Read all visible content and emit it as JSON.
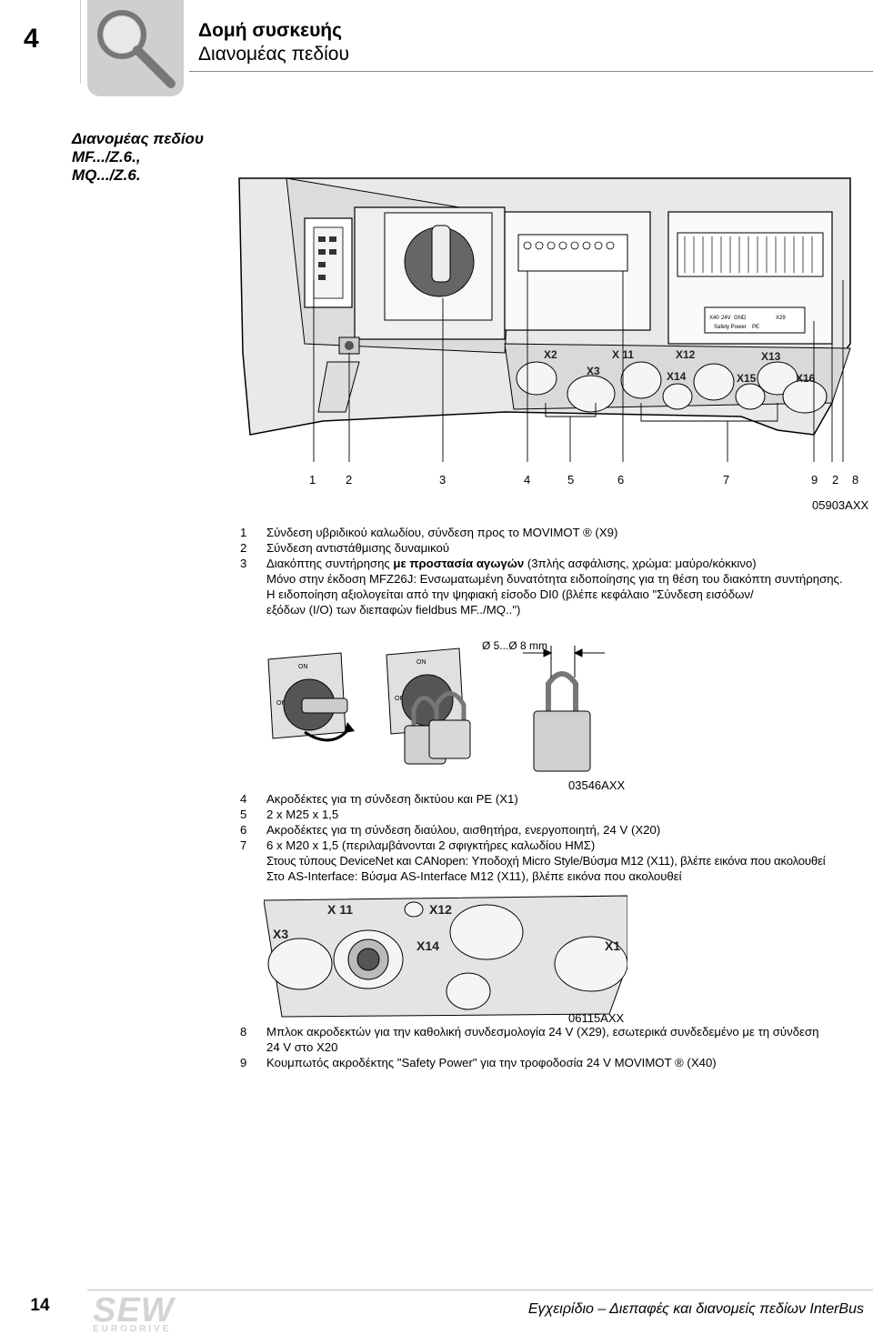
{
  "header": {
    "chapter": "4",
    "title": "Δομή συσκευής",
    "subtitle": "Διανομέας πεδίου",
    "icon": "magnifier-icon"
  },
  "side_heading": {
    "line1": "Διανομέας πεδίου",
    "line2": "MF.../Z.6.,",
    "line3": "MQ.../Z.6."
  },
  "figure1": {
    "code": "05903AXX",
    "callouts": [
      "1",
      "2",
      "3",
      "4",
      "5",
      "6",
      "7",
      "9",
      "2",
      "8"
    ],
    "connector_labels": [
      "X2",
      "X3",
      "X 11",
      "X12",
      "X13",
      "X14",
      "X15",
      "X16"
    ],
    "terminal_labels": [
      "X40",
      "24V",
      "GND",
      "Safety Power",
      "PE",
      "X29"
    ]
  },
  "list1": [
    {
      "num": "1",
      "text": "Σύνδεση υβριδικού καλωδίου, σύνδεση προς το MOVIMOT ® (X9)"
    },
    {
      "num": "2",
      "text": "Σύνδεση αντιστάθμισης δυναμικού"
    },
    {
      "num": "3",
      "text_a": "Διακόπτης συντήρησης ",
      "text_b": "με προστασία αγωγών",
      "text_c": " (3πλής ασφάλισης, χρώμα: μαύρο/κόκκινο)"
    },
    {
      "num": "",
      "text": "Μόνο στην έκδοση MFZ26J: Ενσωματωμένη δυνατότητα ειδοποίησης για τη θέση του διακόπτη συντήρησης."
    },
    {
      "num": "",
      "text": "Η ειδοποίηση αξιολογείται από την ψηφιακή είσοδο DI0 (βλέπε κεφάλαιο \"Σύνδεση εισόδων/"
    },
    {
      "num": "",
      "text": "εξόδων (I/O) των διεπαφών fieldbus MF../MQ..\")"
    }
  ],
  "figure2": {
    "code": "03546AXX",
    "dimension": "Ø 5...Ø 8 mm",
    "switch_on": "ON",
    "switch_off": "OFF"
  },
  "list2": [
    {
      "num": "4",
      "text": "Ακροδέκτες για τη σύνδεση δικτύου και PE (X1)"
    },
    {
      "num": "5",
      "text": "2 x M25 x 1,5"
    },
    {
      "num": "6",
      "text": "Ακροδέκτες για τη σύνδεση διαύλου, αισθητήρα, ενεργοποιητή, 24 V (X20)"
    },
    {
      "num": "7",
      "text": "6 x M20 x 1,5 (περιλαμβάνονται 2 σφιγκτήρες καλωδίου ΗΜΣ)"
    },
    {
      "num": "",
      "text": "Στους τύπους DeviceNet και CANopen: Υποδοχή Micro Style/Βύσμα M12 (X11), βλέπε εικόνα που ακολουθεί"
    },
    {
      "num": "",
      "text": "Στο AS-Interface: Βύσμα AS-Interface M12 (X11), βλέπε εικόνα που ακολουθεί"
    }
  ],
  "figure3": {
    "code": "06115AXX",
    "connector_labels": [
      "X 11",
      "X12",
      "X3",
      "X14",
      "X1"
    ]
  },
  "list3": [
    {
      "num": "8",
      "text": "Μπλοκ ακροδεκτών για την καθολική συνδεσμολογία 24 V (X29), εσωτερικά συνδεδεμένο με τη σύνδεση"
    },
    {
      "num": "",
      "text": "24 V στο X20"
    },
    {
      "num": "9",
      "text": "Κουμπωτός ακροδέκτης \"Safety Power\" για την τροφοδοσία 24 V MOVIMOT ® (X40)"
    }
  ],
  "footer": {
    "page": "14",
    "logo": "SEW",
    "logo_sub": "EURODRIVE",
    "doc_a": "Εγχειρίδιο",
    "doc_b": "Διεπαφές και διανομείς πεδίων InterBus"
  }
}
